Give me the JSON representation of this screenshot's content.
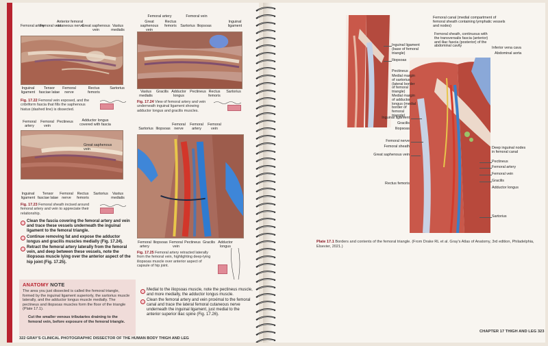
{
  "left_page": {
    "fig_1722": {
      "labels_top": [
        "Femoral artery",
        "Femoral vein",
        "Anterior femoral cutaneous nerve",
        "Great saphenous vein",
        "Vastus medialis"
      ],
      "labels_bottom": [
        "Inguinal ligament",
        "Tensor fasciae latae",
        "Femoral nerve",
        "Rectus femoris",
        "Sartorius"
      ],
      "num": "Fig. 17.22",
      "caption": "Femoral vein exposed, and the cribriform fascia that fills the saphenous hiatus (dashed line) is dissected."
    },
    "fig_1723": {
      "labels_top": [
        "Femoral artery",
        "Femoral vein",
        "Pectineus",
        "Adductor longus covered with fascia",
        "Great saphenous vein"
      ],
      "labels_bottom": [
        "Inguinal ligament",
        "Tensor fasciae latae",
        "Femoral nerve",
        "Rectus femoris",
        "Sartorius",
        "Vastus medialis"
      ],
      "num": "Fig. 17.23",
      "caption": "Femoral sheath incised around femoral artery and vein to appreciate their relationship."
    },
    "fig_1724": {
      "labels_top": [
        "Great saphenous vein",
        "Rectus femoris",
        "Sartorius",
        "Iliopsoas",
        "Inguinal ligament"
      ],
      "labels_bottom": [
        "Femoral artery",
        "Femoral vein",
        "Vastus medialis",
        "Gracilis",
        "Adductor longus",
        "Pectineus",
        "Rectus femoris",
        "Sartorius"
      ],
      "num": "Fig. 17.24",
      "caption": "View of femoral artery and vein underneath inguinal ligament showing adductor longus and gracilis muscles."
    },
    "fig_1725": {
      "labels_top": [
        "Sartorius",
        "Iliopsoas",
        "Femoral nerve",
        "Femoral artery",
        "Femoral vein"
      ],
      "labels_bottom": [
        "Femoral artery",
        "Iliopsoas",
        "Femoral vein",
        "Pectineus",
        "Gracilis",
        "Adductor longus"
      ],
      "num": "Fig. 17.25",
      "caption": "Femoral artery retracted laterally from the femoral vein, highlighting deep-lying iliopsoas muscle over anterior aspect of capsule of hip joint."
    },
    "bullets": [
      "Clean the fascia covering the femoral artery and vein and trace these vessels underneath the inguinal ligament to the femoral triangle.",
      "Continue removing fat and expose the adductor longus and gracilis muscles medially (Fig. 17.24).",
      "Retract the femoral artery laterally from the femoral vein, and deep between these vessels, note the iliopsoas muscle lying over the anterior aspect of the hip joint (Fig. 17.25)."
    ],
    "note": {
      "title_a": "ANATOMY",
      "title_b": "NOTE",
      "text": "The area you just dissected is called the femoral triangle, formed by the inguinal ligament superiorly, the sartorius muscle laterally, and the adductor longus muscle medially. The pectineus and iliopsoas muscles form the floor of the triangle (Plate 17.1)."
    },
    "extra_bullet": "Cut the smaller venous tributaries draining to the femoral vein, before exposure of the femoral triangle.",
    "bullets2": [
      "Medial to the iliopsoas muscle, note the pectineus muscle, and more medially, the adductor longus muscle.",
      "Clean the femoral artery and vein proximal to the femoral canal and trace the lateral femoral cutaneous nerve underneath the inguinal ligament, just medial to the anterior superior iliac spine (Fig. 17.26)."
    ],
    "footer": "322  GRAY'S CLINICAL PHOTOGRAPHIC DISSECTOR OF THE HUMAN BODY  THIGH AND LEG"
  },
  "right_page": {
    "labels_left": [
      "Inguinal ligament (base of femoral triangle)",
      "Iliopsoas",
      "Pectineus",
      "Medial margin of sartorius (lateral border of femoral triangle)",
      "Medial margin of adductor longus (medial border of femoral triangle)",
      "Inguinal ligament",
      "Gracilis",
      "Iliopsoas",
      "Femoral nerve",
      "Femoral sheath",
      "Great saphenous vein",
      "Rectus femoris"
    ],
    "labels_right": [
      "Femoral canal (medial compartment of femoral sheath containing lymphatic vessels and nodes)",
      "Femoral sheath, continuous with the transversalis fascia (anterior) and iliac fascia (posterior) of the abdominal cavity",
      "Inferior vena cava",
      "Abdominal aorta",
      "Deep inguinal nodes in femoral canal",
      "Pectineus",
      "Femoral artery",
      "Femoral vein",
      "Gracilis",
      "Adductor longus",
      "Sartorius"
    ],
    "plate_num": "Plate 17.1",
    "plate_caption": "Borders and contents of the femoral triangle. (From Drake RL et al. Gray's Atlas of Anatomy, 3rd edition, Philadelphia, Elsevier, 2021.)",
    "footer": "CHAPTER 17  THIGH AND LEG  323"
  },
  "colors": {
    "accent": "#b8232f",
    "note_bg": "#f0dcd9",
    "muscle": "#c96a55",
    "vein": "#3a7fc8",
    "artery": "#d43a2a",
    "nerve": "#e8c64a"
  }
}
